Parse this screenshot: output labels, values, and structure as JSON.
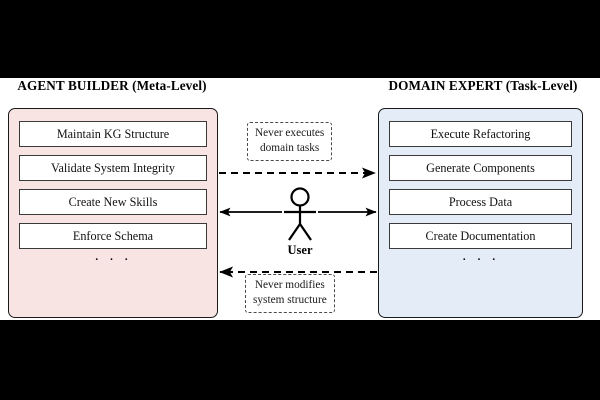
{
  "diagram": {
    "title": "Dual-agent architecture: Agent Builder (Meta-Level) and Domain Expert (Task-Level) separated by a User actor",
    "colors": {
      "left_panel_fill": "#f8e4e2",
      "right_panel_fill": "#e4ecf7",
      "box_fill": "#ffffff",
      "stroke": "#1a1a1a",
      "letterbox": "#000000"
    }
  },
  "left_panel": {
    "title_main": "AGENT BUILDER",
    "title_sub": "(Meta-Level)",
    "title_full": "AGENT BUILDER (Meta-Level)",
    "items": [
      {
        "label": "Maintain KG Structure"
      },
      {
        "label": "Validate System Integrity"
      },
      {
        "label": "Create New Skills"
      },
      {
        "label": "Enforce Schema"
      }
    ],
    "more_indicator": "· · ·"
  },
  "right_panel": {
    "title_main": "DOMAIN EXPERT",
    "title_sub": "(Task-Level)",
    "title_full": "DOMAIN EXPERT (Task-Level)",
    "items": [
      {
        "label": "Execute Refactoring"
      },
      {
        "label": "Generate Components"
      },
      {
        "label": "Process Data"
      },
      {
        "label": "Create Documentation"
      }
    ],
    "more_indicator": "· · ·"
  },
  "actor": {
    "label": "User",
    "icon": "stick-figure-person-icon"
  },
  "annotations": [
    {
      "id": "never-executes",
      "line1": "Never executes",
      "line2": "domain tasks",
      "arrow_direction": "left-to-right",
      "arrow_style": "dashed"
    },
    {
      "id": "never-modifies",
      "line1": "Never modifies",
      "line2": "system structure",
      "arrow_direction": "right-to-left",
      "arrow_style": "dashed"
    }
  ],
  "user_arrows": [
    {
      "id": "user-to-builder",
      "arrow_direction": "right-to-left",
      "arrow_style": "solid"
    },
    {
      "id": "user-to-expert",
      "arrow_direction": "left-to-right",
      "arrow_style": "solid"
    }
  ]
}
